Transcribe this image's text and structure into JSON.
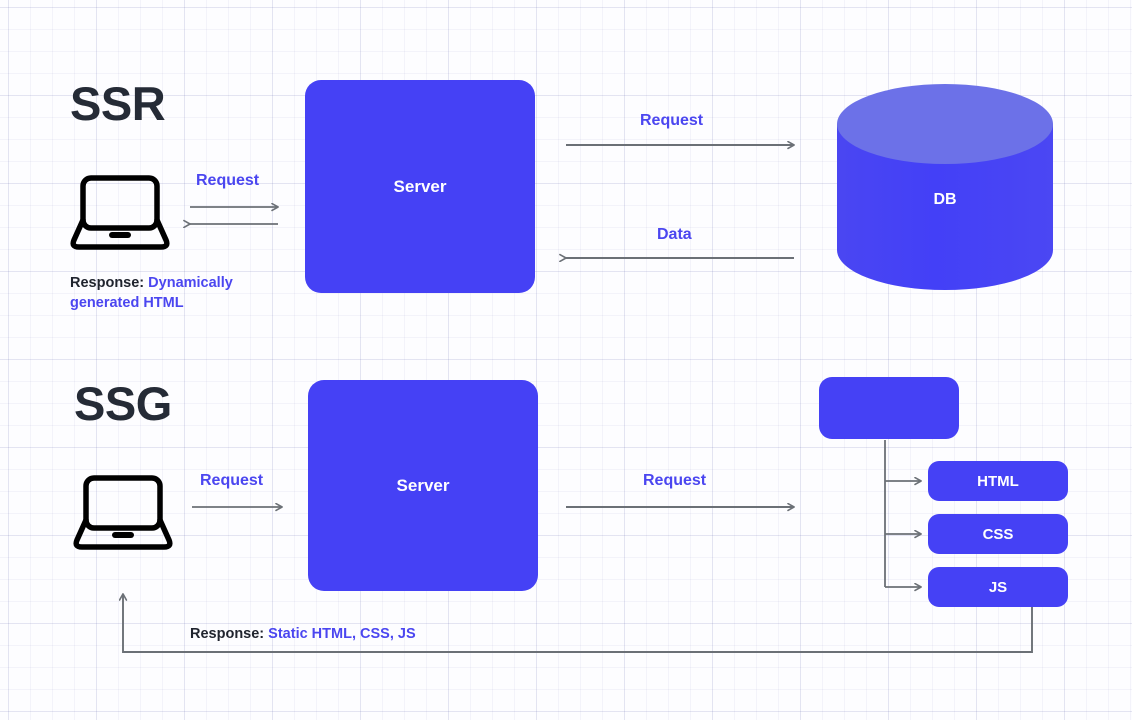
{
  "diagram": {
    "title_ssr": "SSR",
    "title_ssg": "SSG",
    "colors": {
      "primary_blue": "#4541f5",
      "cylinder_top": "#6c71e8",
      "label_blue": "#4b46f0",
      "title_dark": "#252b36",
      "arrow_gray": "#6b7076",
      "background": "#fdfdff"
    }
  },
  "ssr": {
    "title": "SSR",
    "client_icon": "laptop-icon",
    "request_label": "Request",
    "server_label": "Server",
    "db_request_label": "Request",
    "db_data_label": "Data",
    "db_label": "DB",
    "response_prefix": "Response: ",
    "response_value": "Dynamically generated HTML"
  },
  "ssg": {
    "title": "SSG",
    "client_icon": "laptop-icon",
    "request_label": "Request",
    "server_label": "Server",
    "build_request_label": "Request",
    "build_box_label": "",
    "assets": [
      {
        "label": "HTML"
      },
      {
        "label": "CSS"
      },
      {
        "label": "JS"
      }
    ],
    "response_prefix": "Response: ",
    "response_value": "Static HTML, CSS, JS"
  }
}
